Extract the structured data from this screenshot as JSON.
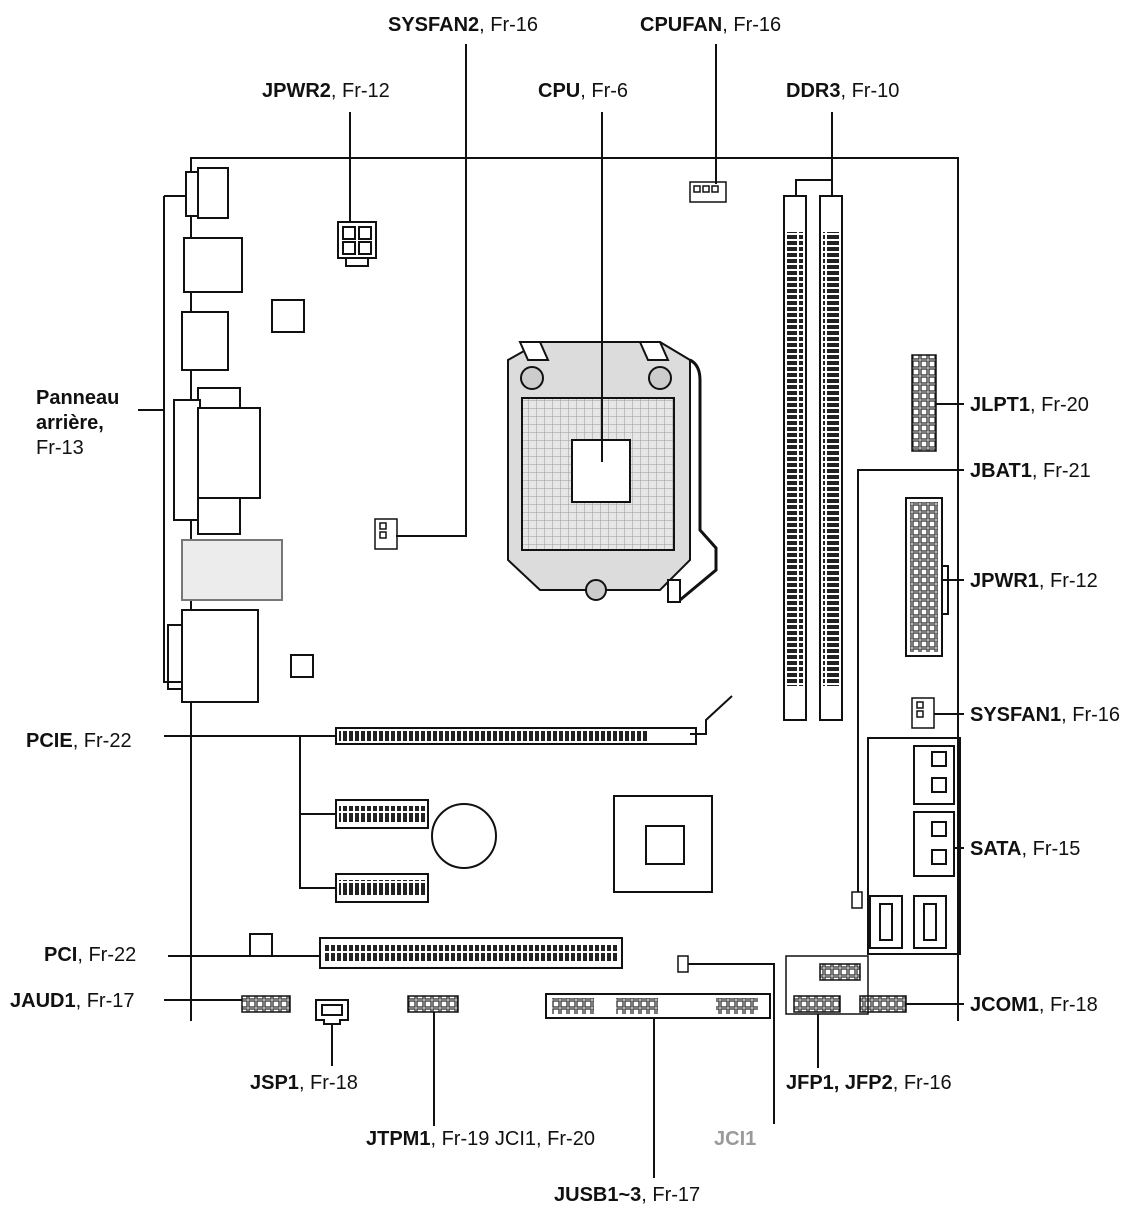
{
  "labels": {
    "sysfan2": {
      "name": "SYSFAN2",
      "ref": ", Fr-16"
    },
    "cpufan": {
      "name": "CPUFAN",
      "ref": ", Fr-16"
    },
    "jpwr2": {
      "name": "JPWR2",
      "ref": ", Fr-12"
    },
    "cpu": {
      "name": "CPU",
      "ref": ", Fr-6"
    },
    "ddr3": {
      "name": "DDR3",
      "ref": ", Fr-10"
    },
    "rear_panel": {
      "line1": "Panneau",
      "line2": "arrière,",
      "ref": "Fr-13"
    },
    "jlpt1": {
      "name": "JLPT1",
      "ref": ", Fr-20"
    },
    "jbat1": {
      "name": "JBAT1",
      "ref": ", Fr-21"
    },
    "jpwr1": {
      "name": "JPWR1",
      "ref": ", Fr-12"
    },
    "sysfan1": {
      "name": "SYSFAN1",
      "ref": ", Fr-16"
    },
    "pcie": {
      "name": "PCIE",
      "ref": ", Fr-22"
    },
    "sata": {
      "name": "SATA",
      "ref": ", Fr-15"
    },
    "pci": {
      "name": "PCI",
      "ref": ", Fr-22"
    },
    "jaud1": {
      "name": "JAUD1",
      "ref": ", Fr-17"
    },
    "jcom1": {
      "name": "JCOM1",
      "ref": ", Fr-18"
    },
    "jsp1": {
      "name": "JSP1",
      "ref": ", Fr-18"
    },
    "jfp": {
      "name": "JFP1, JFP2",
      "ref": ", Fr-16"
    },
    "jtpm1": {
      "name": "JTPM1",
      "ref": ", Fr-19 JCI1, Fr-20"
    },
    "jci1": {
      "name": "JCI1"
    },
    "jusb": {
      "name": "JUSB1~3",
      "ref": ", Fr-17"
    }
  },
  "colors": {
    "ink": "#111111",
    "board_grey": "#d9d9d9",
    "dark_grey": "#555555",
    "muted_label": "#9a9a9a"
  }
}
